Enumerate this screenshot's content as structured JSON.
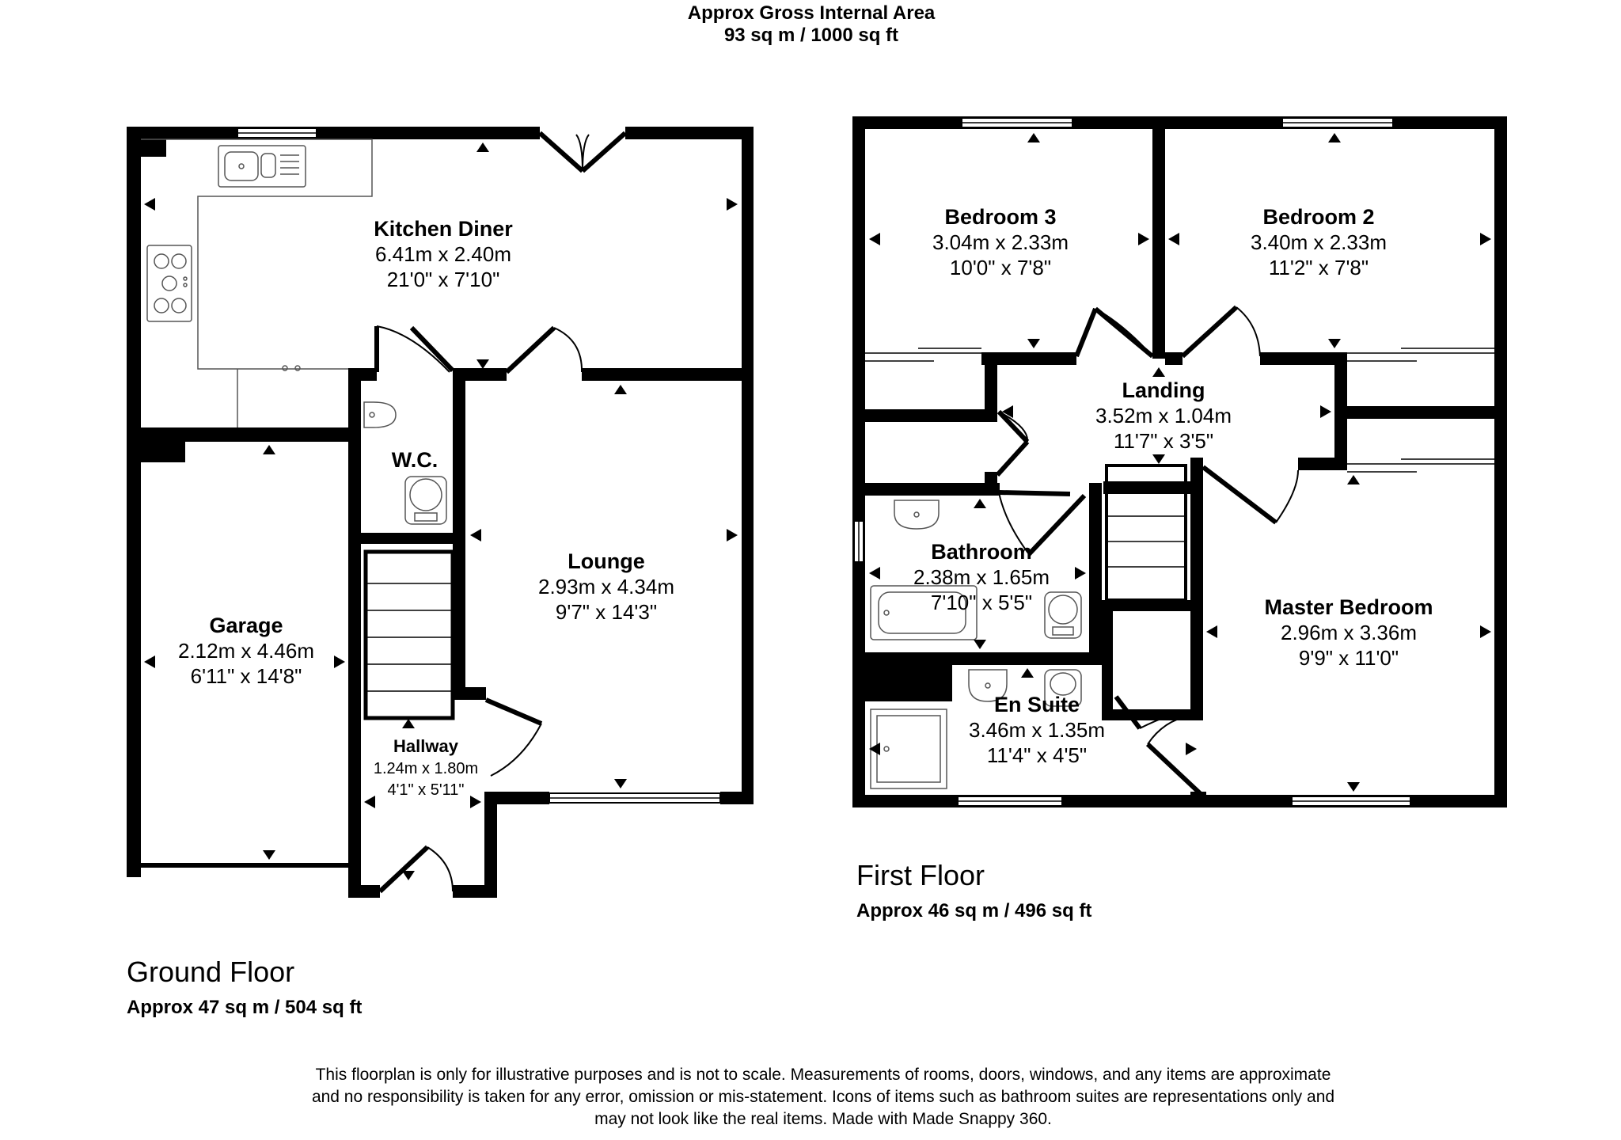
{
  "header": {
    "line1": "Approx Gross Internal Area",
    "line2": "93 sq m / 1000 sq ft"
  },
  "ground_floor": {
    "title": "Ground Floor",
    "area": "Approx 47 sq m / 504 sq ft",
    "rooms": {
      "kitchen": {
        "name": "Kitchen Diner",
        "metric": "6.41m x 2.40m",
        "imperial": "21'0\" x 7'10\""
      },
      "lounge": {
        "name": "Lounge",
        "metric": "2.93m x 4.34m",
        "imperial": "9'7\" x 14'3\""
      },
      "garage": {
        "name": "Garage",
        "metric": "2.12m x 4.46m",
        "imperial": "6'11\" x 14'8\""
      },
      "wc": {
        "name": "W.C."
      },
      "hallway": {
        "name": "Hallway",
        "metric": "1.24m x 1.80m",
        "imperial": "4'1\" x 5'11\""
      }
    }
  },
  "first_floor": {
    "title": "First Floor",
    "area": "Approx 46 sq m / 496 sq ft",
    "rooms": {
      "bedroom3": {
        "name": "Bedroom 3",
        "metric": "3.04m x 2.33m",
        "imperial": "10'0\" x 7'8\""
      },
      "bedroom2": {
        "name": "Bedroom 2",
        "metric": "3.40m x 2.33m",
        "imperial": "11'2\" x 7'8\""
      },
      "landing": {
        "name": "Landing",
        "metric": "3.52m x 1.04m",
        "imperial": "11'7\" x 3'5\""
      },
      "bathroom": {
        "name": "Bathroom",
        "metric": "2.38m x 1.65m",
        "imperial": "7'10\" x 5'5\""
      },
      "ensuite": {
        "name": "En Suite",
        "metric": "3.46m x 1.35m",
        "imperial": "11'4\" x 4'5\""
      },
      "master": {
        "name": "Master Bedroom",
        "metric": "2.96m x 3.36m",
        "imperial": "9'9\" x 11'0\""
      }
    }
  },
  "disclaimer": {
    "line1": "This floorplan is only for illustrative purposes and is not to scale. Measurements of rooms, doors, windows, and any items are approximate",
    "line2": "and no responsibility is taken for any error, omission or mis-statement. Icons of items such as bathroom suites are representations only and",
    "line3": "may not look like the real items. Made with Made Snappy 360."
  }
}
